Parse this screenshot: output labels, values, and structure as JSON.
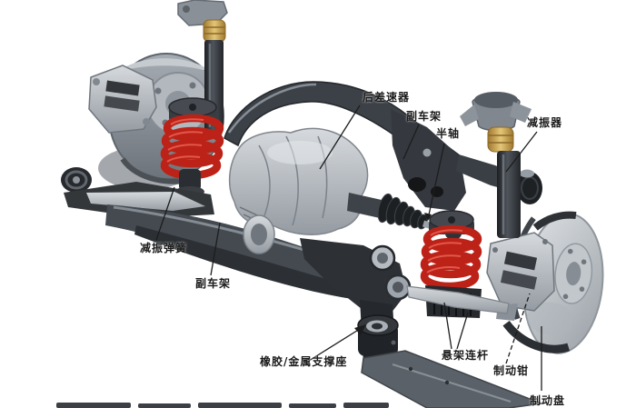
{
  "figure": {
    "kind": "labeled parts diagram",
    "background": "#ffffff"
  },
  "colors": {
    "spring_red": "#bc2217",
    "spring_red_highlight": "#e2584a",
    "bump_stop_gold": "#c9a455",
    "metal_light": "#cdd1d5",
    "metal_mid": "#8e949b",
    "metal_dark": "#3a3e44",
    "rubber_black": "#1e2124",
    "label_text": "#1a1a1a"
  },
  "labels": [
    {
      "id": "rear-differential",
      "text": "后差速器"
    },
    {
      "id": "subframe-upper",
      "text": "副车架"
    },
    {
      "id": "half-shaft",
      "text": "半轴"
    },
    {
      "id": "shock-absorber",
      "text": "减振器"
    },
    {
      "id": "coil-spring",
      "text": "减振弹簧"
    },
    {
      "id": "subframe-lower",
      "text": "副车架"
    },
    {
      "id": "rubber-metal-mount",
      "text": "橡胶/金属支撑座"
    },
    {
      "id": "suspension-links",
      "text": "悬架连杆"
    },
    {
      "id": "brake-caliper",
      "text": "制动钳"
    },
    {
      "id": "brake-disc",
      "text": "制动盘"
    }
  ]
}
